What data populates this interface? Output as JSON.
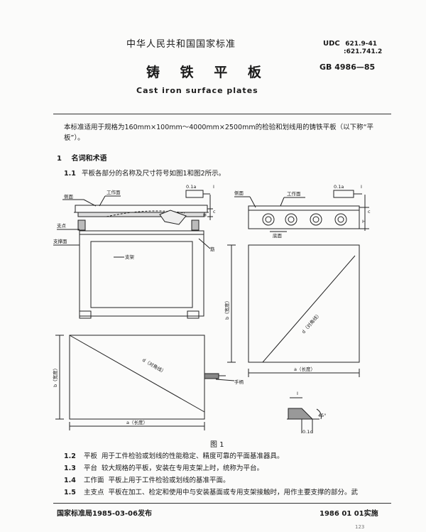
{
  "header": {
    "national_standard": "中华人民共和国国家标准",
    "udc_label": "UDC",
    "udc_code_1": "621.9-41",
    "udc_code_2": ":621.741.2",
    "gb_number": "GB 4986—85"
  },
  "title": {
    "chinese": "铸 铁 平 板",
    "english": "Cast iron surface plates"
  },
  "intro": "本标准适用于规格为160mm×100mm～4000mm×2500mm的检验和划线用的铸铁平板（以下称“平板”）。",
  "section_1": {
    "number": "1",
    "title": "名词和术语"
  },
  "items": [
    {
      "num": "1.1",
      "head": "",
      "text": "平板各部分的名称及尺寸符号如图1和图2所示。"
    },
    {
      "num": "1.2",
      "head": "平板",
      "text": "用于工件检验或划线的性能稳定、精度可靠的平面基准器具。"
    },
    {
      "num": "1.3",
      "head": "平台",
      "text": "较大规格的平板，安装在专用支架上时，统称为平台。"
    },
    {
      "num": "1.4",
      "head": "工作面",
      "text": "平板上用于工件检验或划线的基准平面。"
    },
    {
      "num": "1.5",
      "head": "主支点",
      "text": "平板在加工、检定和使用中与安装基面或专用支架接触时，用作主要支撑的部分。武"
    }
  ],
  "figure": {
    "caption": "图 1",
    "labels": {
      "side_face_left": "侧面",
      "work_face_left": "工作面",
      "tolerance_left": "0.1a",
      "roman_one_left": "I",
      "c_left": "c",
      "h_left": "H",
      "support_point": "支点",
      "support_face": "支撑面",
      "bracket": "支架",
      "rib": "筋",
      "side_face_right": "侧面",
      "work_face_right": "工作面",
      "tolerance_right": "0.1a",
      "roman_one_right": "I",
      "h_right": "H",
      "c_right": "c",
      "bottom_face": "底面",
      "width_right": "b（宽度）",
      "diag_right": "d（对角线）",
      "length_right": "a（长度）",
      "width_left": "b（宽度）",
      "diag_left": "d（对角线）",
      "length_left": "a（长度）",
      "handle": "手柄",
      "detail_roman": "I",
      "detail_angle": "45°",
      "detail_dim": "0.1c"
    }
  },
  "footer": {
    "issued": "国家标准局1985-03-06发布",
    "effective": "1986 01 01实施",
    "page_mark": "123"
  }
}
